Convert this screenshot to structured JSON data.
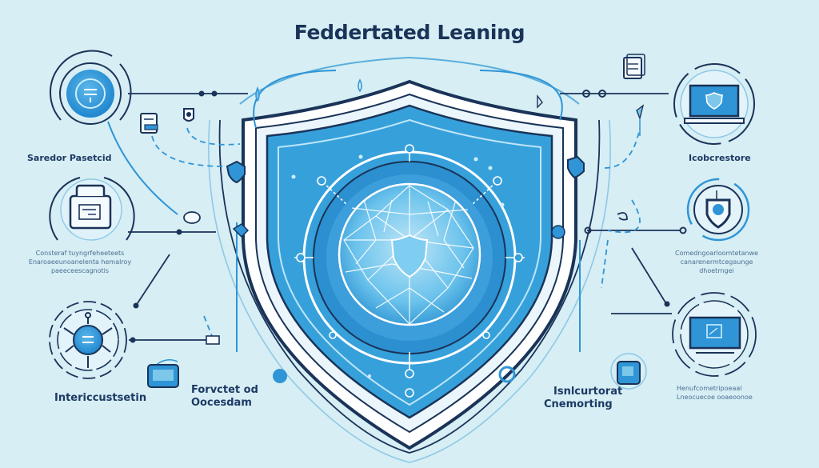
{
  "title": "Feddertated Leaning",
  "colors": {
    "background": "#d6eef4",
    "navy": "#1a3358",
    "primary_blue": "#2f95d6",
    "light_blue": "#7cc7ea",
    "shield_fill": "#3aa3dd",
    "white": "#ffffff"
  },
  "center": {
    "icon": "shield-globe-icon",
    "inner_icon": "shield-icon"
  },
  "nodes": {
    "top_left": {
      "label": "Saredor Pasetcid",
      "icon": "secure-button-icon"
    },
    "mid_left": {
      "label": "",
      "icon": "device-folder-icon",
      "description": [
        "Consteraf tuyngrfeheeteets",
        "Enaroaeeunoanelenta hemalroy",
        "paeeceescagnotis"
      ]
    },
    "bottom_left": {
      "label": "Intericcustsetin",
      "icon": "network-hub-icon"
    },
    "bottom_center_left": {
      "label": [
        "Forvctet od",
        "Oocesdam"
      ],
      "icon": "card-device-icon"
    },
    "top_right": {
      "label": "Icobcrestore",
      "icon": "laptop-shield-icon"
    },
    "mid_right": {
      "label": "",
      "icon": "shield-badge-icon",
      "description": [
        "Comedngoarloomtetanwe",
        "canarenermtcegaunge",
        "dhoetrngei"
      ]
    },
    "bottom_right": {
      "label": "",
      "icon": "monitor-chart-icon",
      "description": [
        "Henufcometripoeaal",
        "Lneocuecoe ooaeoonoe"
      ]
    },
    "bottom_center_right": {
      "label": [
        "Isnlcurtorat",
        "Cnemorting"
      ],
      "icon": "tablet-device-icon"
    }
  },
  "small_icons": [
    "document-icon",
    "lock-tag-icon",
    "cloud-icon",
    "shield-small-icon",
    "document-stack-icon",
    "pin-icon",
    "drop-icon"
  ]
}
